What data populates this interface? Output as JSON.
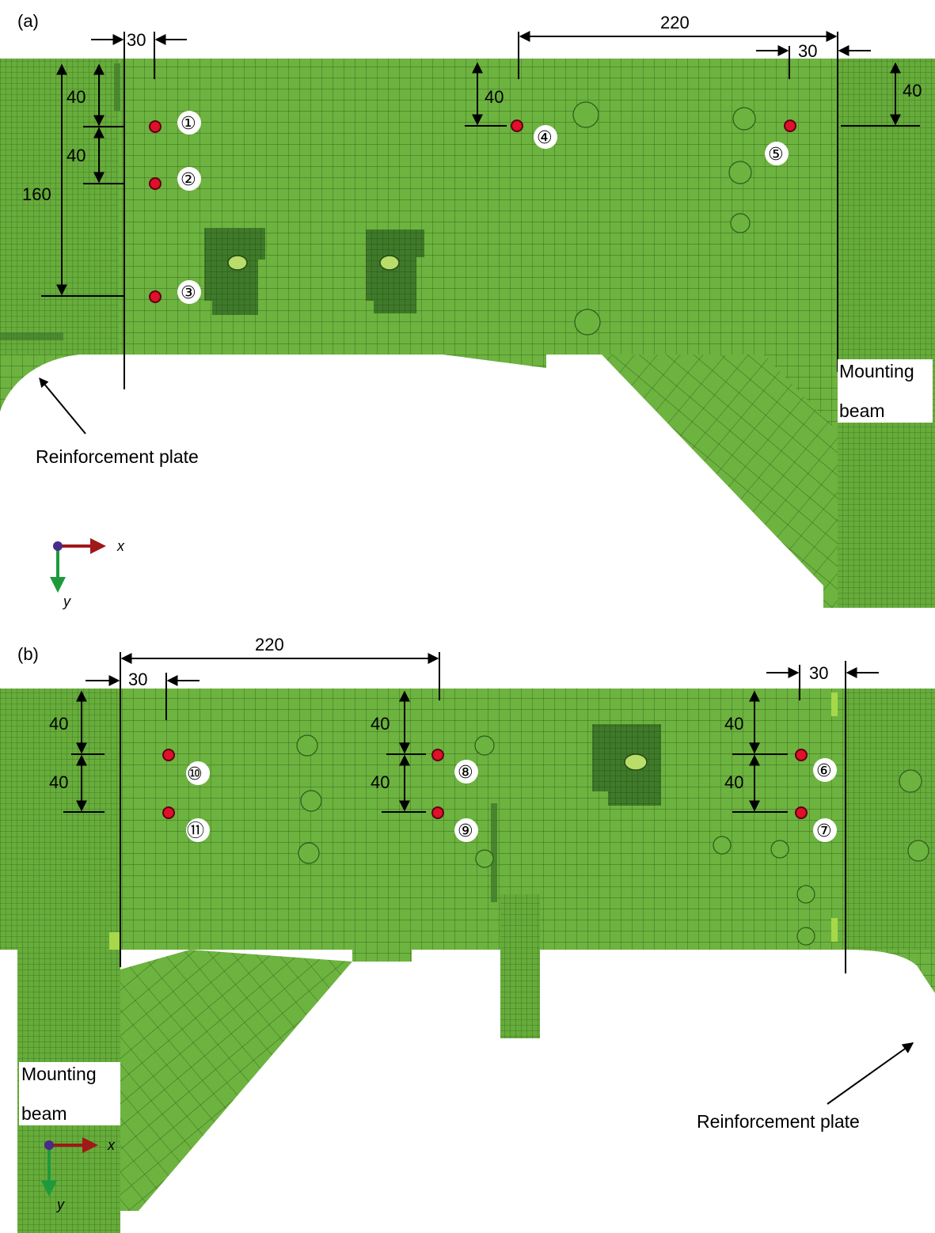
{
  "colors": {
    "mesh_fill": "#6db33f",
    "mesh_line": "#2d5a1b",
    "patch_dark": "#3f7a2a",
    "point_fill": "#e0102a",
    "point_stroke": "#5a0010",
    "axis_x": "#a01818",
    "axis_y": "#1e9a3c",
    "origin": "#4a2a8a"
  },
  "panel_a": {
    "label": "(a)",
    "dims": {
      "w30_left": "30",
      "h40_a": "40",
      "h40_b": "40",
      "h160": "160",
      "w220": "220",
      "w30_right": "30",
      "h40_mid": "40",
      "h40_right": "40"
    },
    "points": [
      {
        "id": "1",
        "glyph": "①"
      },
      {
        "id": "2",
        "glyph": "②"
      },
      {
        "id": "3",
        "glyph": "③"
      },
      {
        "id": "4",
        "glyph": "④"
      },
      {
        "id": "5",
        "glyph": "⑤"
      }
    ],
    "notes": {
      "reinforcement": "Reinforcement plate",
      "mounting_1": "Mounting",
      "mounting_2": "beam"
    },
    "axes": {
      "x": "x",
      "y": "y"
    }
  },
  "panel_b": {
    "label": "(b)",
    "dims": {
      "w220": "220",
      "w30_left": "30",
      "w30_right": "30",
      "h40_l1": "40",
      "h40_l2": "40",
      "h40_m1": "40",
      "h40_m2": "40",
      "h40_r1": "40",
      "h40_r2": "40"
    },
    "points": [
      {
        "id": "6",
        "glyph": "⑥"
      },
      {
        "id": "7",
        "glyph": "⑦"
      },
      {
        "id": "8",
        "glyph": "⑧"
      },
      {
        "id": "9",
        "glyph": "⑨"
      },
      {
        "id": "10",
        "glyph": "⑩"
      },
      {
        "id": "11",
        "glyph": "⑪"
      }
    ],
    "notes": {
      "reinforcement": "Reinforcement plate",
      "mounting_1": "Mounting",
      "mounting_2": "beam"
    },
    "axes": {
      "x": "x",
      "y": "y"
    }
  }
}
